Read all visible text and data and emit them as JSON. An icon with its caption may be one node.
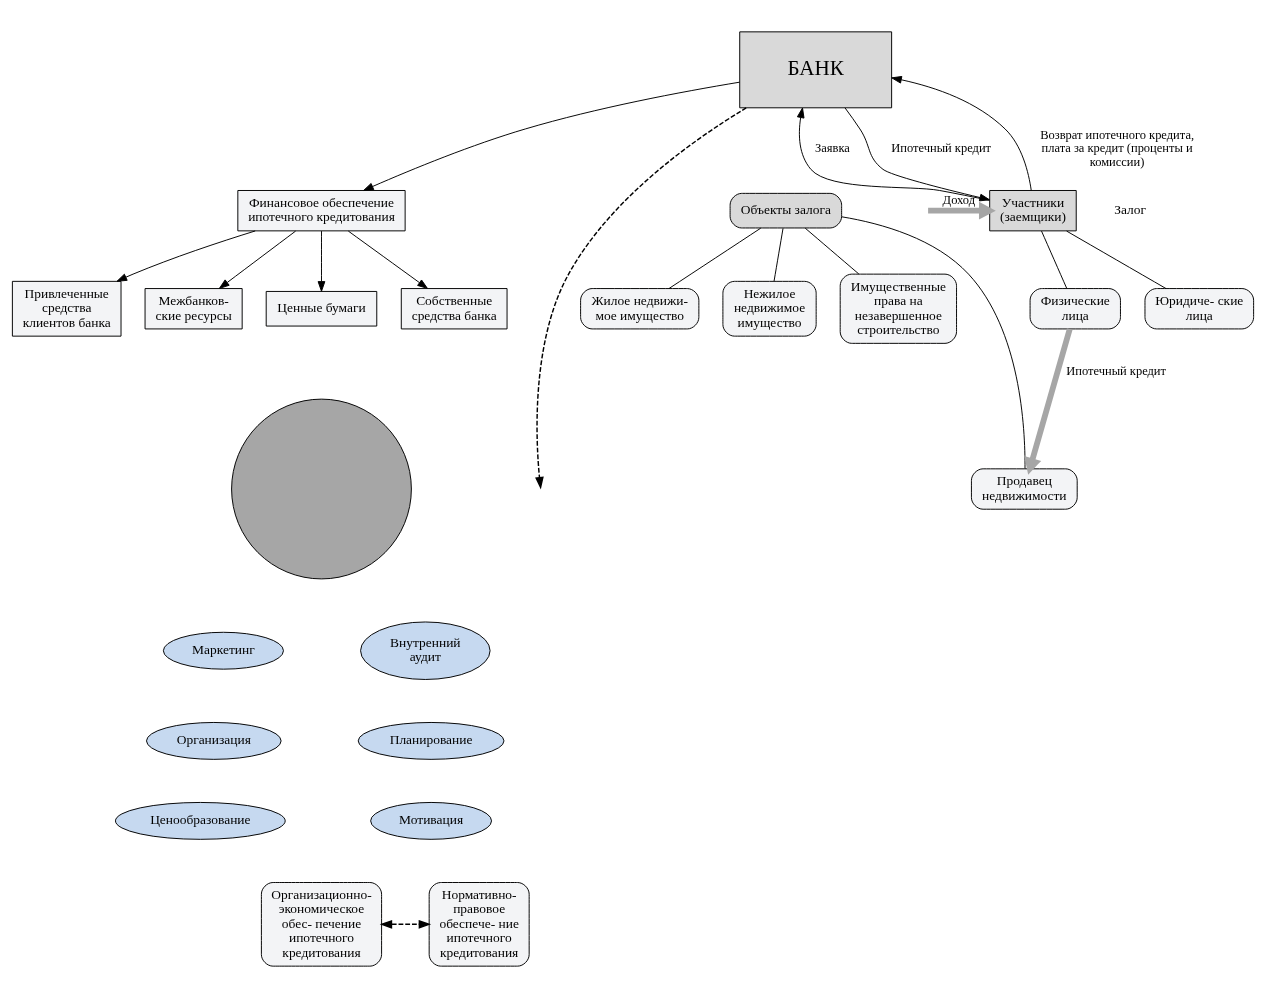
{
  "diagram": {
    "nodes": [
      {
        "text": [
          "БАНК"
        ]
      },
      {
        "text": [
          "Финансовое обеспечение ипотечного кредитования"
        ]
      },
      {
        "text": [
          "Межбанков- ские ресурсы"
        ]
      },
      {
        "text": [
          "Ценные бумаги"
        ]
      },
      {
        "text": [
          "Собственные средства банка"
        ]
      },
      {
        "text": [
          "Привлеченные средства клиентов банка"
        ]
      },
      {
        "text": [],
        "shape": "circle"
      },
      {
        "text": [
          "Внутренний аудит"
        ]
      },
      {
        "text": [
          "Маркетинг"
        ]
      },
      {
        "text": [
          "Планирование"
        ]
      },
      {
        "text": [
          "Организация"
        ]
      },
      {
        "text": [
          "Мотивация"
        ]
      },
      {
        "text": [
          "Ценообразование"
        ]
      },
      {
        "text": [
          "Организационно- экономическое обес- печение ипотечного кредитования"
        ]
      },
      {
        "text": [
          "Нормативно- правовое обеспече- ние ипотечного кредитования"
        ]
      },
      {
        "text": [
          "Объекты залога"
        ]
      },
      {
        "text": [
          "Участники (заемщики)"
        ]
      },
      {
        "text": [
          "Жилое недвижи- мое имущество"
        ]
      },
      {
        "text": [
          "Нежилое недвижимое имущество"
        ]
      },
      {
        "text": [
          "Имущественные права на незавершенное строительство"
        ]
      },
      {
        "text": [
          "Юридиче- ские лица"
        ]
      },
      {
        "text": [
          "Физические лица"
        ]
      },
      {
        "text": [
          "Продавец недвижимости"
        ]
      }
    ],
    "edges": [
      {
        "from": 0,
        "to": 1,
        "arrow": "to"
      },
      {
        "from": 1,
        "to": 2,
        "arrow": "to"
      },
      {
        "from": 1,
        "to": 3,
        "arrow": "to"
      },
      {
        "from": 1,
        "to": 4,
        "arrow": "to"
      },
      {
        "from": 1,
        "to": 5,
        "arrow": "to"
      },
      {
        "from": 16,
        "to": 0,
        "label": "Возврат ипотечного кредита, плата за кредит (проценты и комиссии)",
        "arrow": "to"
      },
      {
        "from": 0,
        "to": 16,
        "label": "Ипотечный кредит",
        "arrow": "to"
      },
      {
        "from": 16,
        "to": 0,
        "label": "Заявка",
        "arrow": "to"
      },
      {
        "from": null,
        "to": 16,
        "label": "Доход",
        "arrow": "to",
        "style": "thick",
        "color": "#a6a6a6"
      },
      {
        "from": 15,
        "to": 17,
        "arrow": "none"
      },
      {
        "from": 15,
        "to": 18,
        "arrow": "none"
      },
      {
        "from": 15,
        "to": 19,
        "arrow": "none"
      },
      {
        "from": 15,
        "to": 22,
        "arrow": "none"
      },
      {
        "from": 16,
        "to": 20,
        "arrow": "none"
      },
      {
        "from": 16,
        "to": 21,
        "arrow": "none"
      },
      {
        "from": 21,
        "to": 22,
        "label": "Ипотечный кредит",
        "arrow": "to",
        "style": "thick",
        "color": "#a6a6a6"
      },
      {
        "from": 0,
        "to": null,
        "arrow": "to",
        "style": "dashed"
      },
      {
        "from": 13,
        "to": 14,
        "arrow": "both",
        "style": "dashed"
      }
    ],
    "labels": [
      "Залог"
    ]
  }
}
